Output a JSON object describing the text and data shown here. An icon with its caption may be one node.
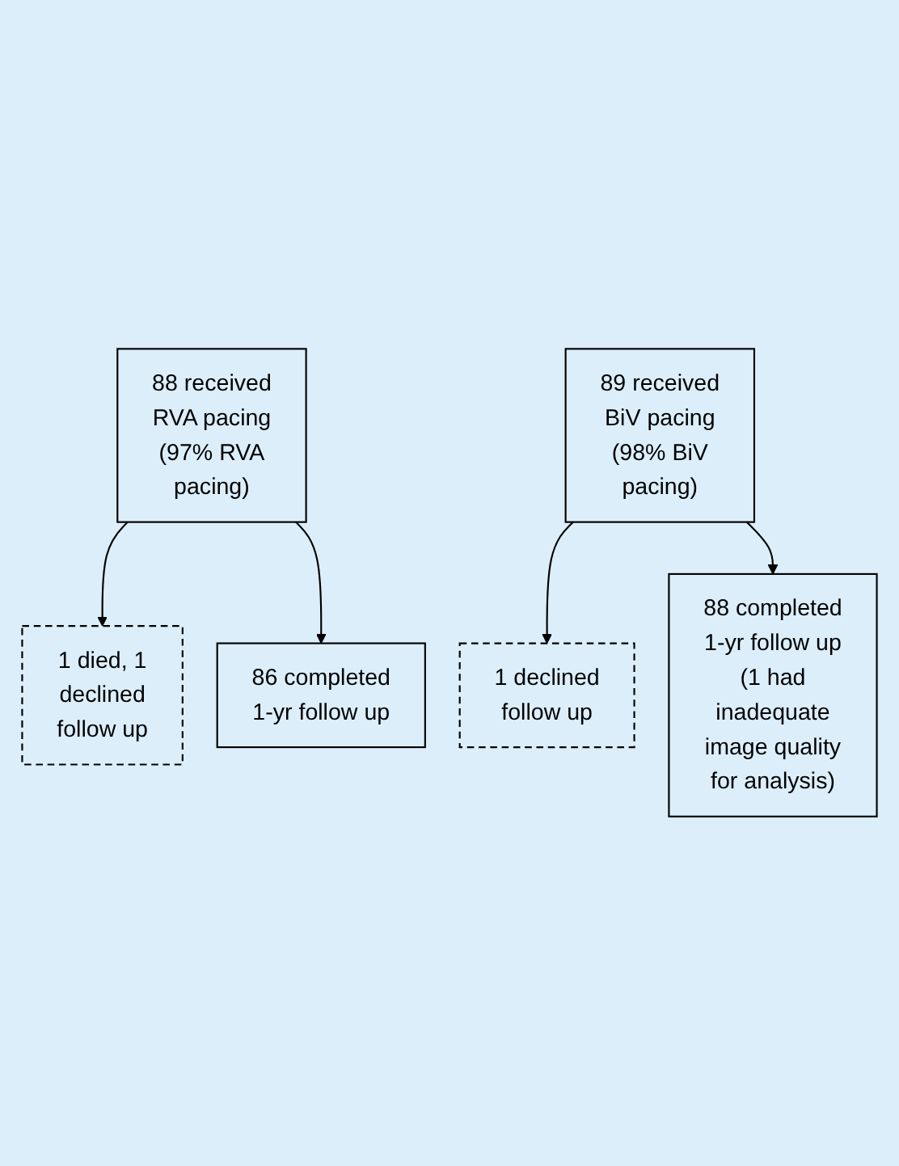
{
  "diagram": {
    "nodes": [
      {
        "text": [
          "88 received RVA pacing (97% RVA pacing)"
        ]
      },
      {
        "text": [
          "89 received BiV pacing (98% BiV pacing)"
        ]
      },
      {
        "text": [
          "1 died, 1 declined follow up"
        ]
      },
      {
        "text": [
          "1 declined follow up"
        ]
      },
      {
        "text": [
          "86 completed 1-yr follow up"
        ]
      },
      {
        "text": [
          "88 completed 1-yr follow up (1 had inadequate image quality for analysis)"
        ]
      }
    ],
    "edges": [
      {
        "from": 0,
        "to": 2,
        "arrow": "to"
      },
      {
        "from": 0,
        "to": 4,
        "arrow": "to"
      },
      {
        "from": 1,
        "to": 3,
        "arrow": "to"
      },
      {
        "from": 1,
        "to": 5,
        "arrow": "to"
      }
    ]
  }
}
